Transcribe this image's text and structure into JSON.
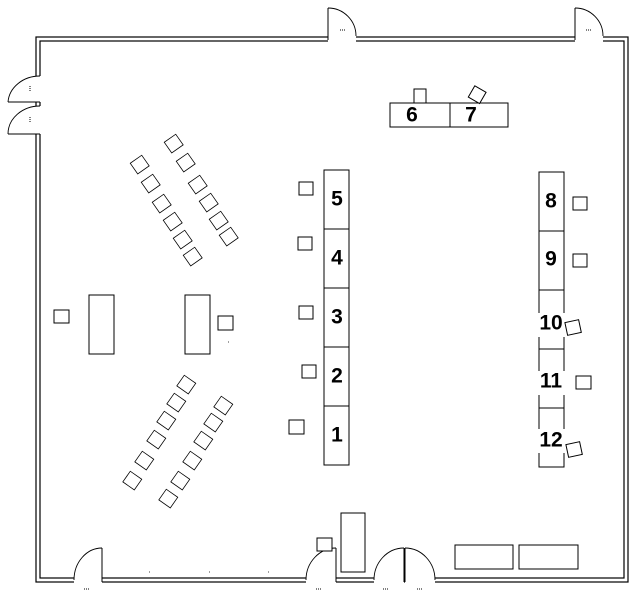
{
  "floorplan": {
    "stations": [
      {
        "id": "1",
        "label": "1"
      },
      {
        "id": "2",
        "label": "2"
      },
      {
        "id": "3",
        "label": "3"
      },
      {
        "id": "4",
        "label": "4"
      },
      {
        "id": "5",
        "label": "5"
      },
      {
        "id": "6",
        "label": "6"
      },
      {
        "id": "7",
        "label": "7"
      },
      {
        "id": "8",
        "label": "8"
      },
      {
        "id": "9",
        "label": "9"
      },
      {
        "id": "10",
        "label": "10"
      },
      {
        "id": "11",
        "label": "11"
      },
      {
        "id": "12",
        "label": "12"
      }
    ],
    "colors": {
      "line": "#000000",
      "background": "#ffffff"
    }
  }
}
